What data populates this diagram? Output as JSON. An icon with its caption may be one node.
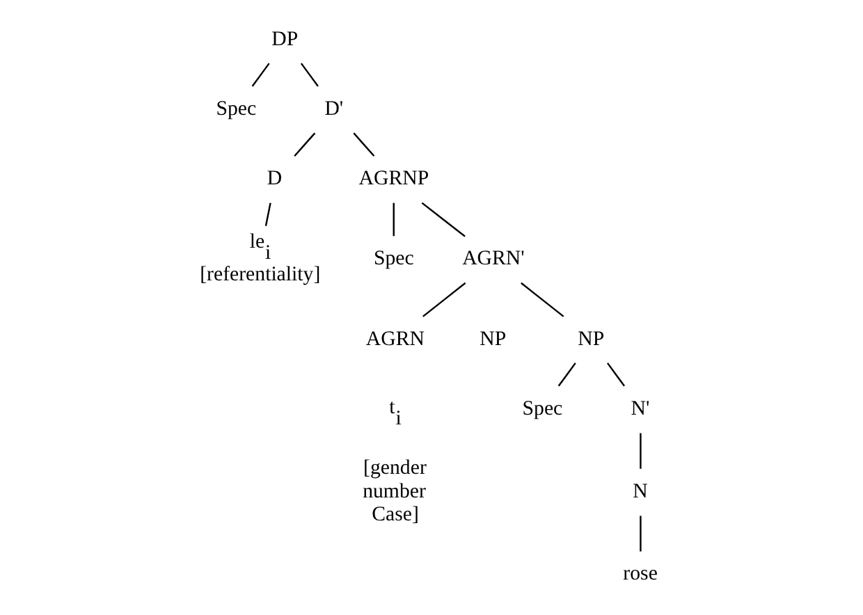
{
  "diagram": {
    "nodes": [
      {
        "text": [
          "DP"
        ]
      },
      {
        "text": [
          "Spec"
        ]
      },
      {
        "text": [
          "D'"
        ]
      },
      {
        "text": [
          "D"
        ]
      },
      {
        "text": [
          "le$_{i}$"
        ],
        "beside": [
          "[referentiality]"
        ]
      },
      {
        "text": [
          "AGRNP"
        ]
      },
      {
        "text": [
          "Spec"
        ]
      },
      {
        "text": [
          "AGRN'"
        ]
      },
      {
        "text": [
          "AGRN"
        ]
      },
      {
        "text": [
          "NP"
        ]
      },
      {
        "text": [
          "Spec"
        ]
      },
      {
        "text": [
          "N'"
        ]
      },
      {
        "text": [
          "N"
        ]
      },
      {
        "text": [
          "rose"
        ]
      }
    ],
    "edges": [
      {
        "from": 0,
        "to": 1,
        "arrow": "none"
      },
      {
        "from": 0,
        "to": 2,
        "arrow": "none"
      },
      {
        "from": 2,
        "to": 3,
        "arrow": "none"
      },
      {
        "from": 3,
        "to": 4,
        "arrow": "none"
      },
      {
        "from": 2,
        "to": 5,
        "arrow": "none"
      },
      {
        "from": 5,
        "to": 6,
        "arrow": "none"
      },
      {
        "from": 5,
        "to": 7,
        "arrow": "none"
      },
      {
        "from": 7,
        "to": 8,
        "arrow": "none"
      },
      {
        "from": 7,
        "to": 9,
        "arrow": "none"
      },
      {
        "from": 9,
        "to": 10,
        "arrow": "none"
      },
      {
        "from": 9,
        "to": 11,
        "arrow": "none"
      },
      {
        "from": 11,
        "to": 12,
        "arrow": "none"
      },
      {
        "from": 12,
        "to": 13,
        "arrow": "none"
      }
    ],
    "labels": [
      "NP",
      "t$_{i}$",
      "[gender number Case]"
    ]
  }
}
